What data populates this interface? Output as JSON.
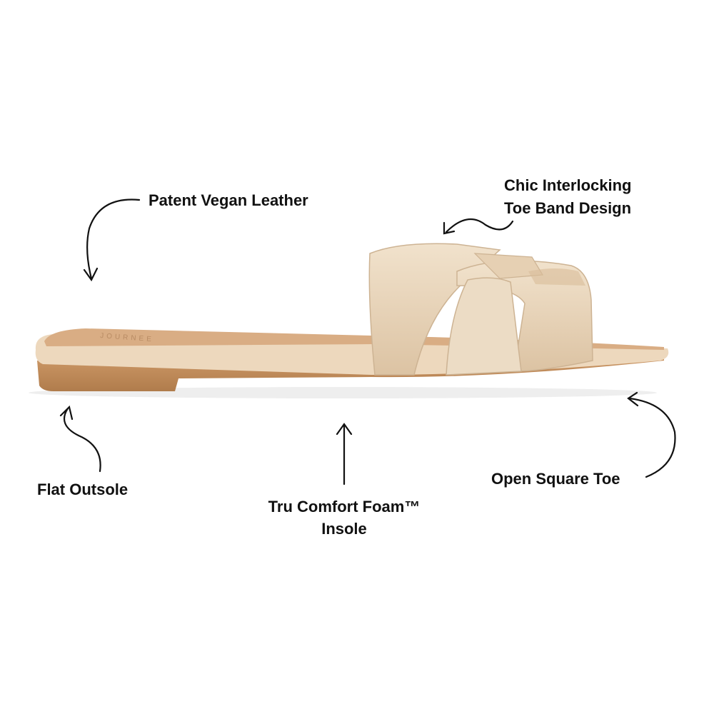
{
  "callouts": {
    "patent": "Patent Vegan Leather",
    "toe_band_line1": "Chic Interlocking",
    "toe_band_line2": "Toe Band Design",
    "outsole": "Flat Outsole",
    "insole_line1": "Tru Comfort Foam™",
    "insole_line2": "Insole",
    "toe": "Open Square Toe"
  },
  "product": {
    "insole_logo": "JOURNEE",
    "colors": {
      "upper": "#e8d3b8",
      "sole": "#c08a58",
      "footbed": "#d9ad84"
    }
  }
}
